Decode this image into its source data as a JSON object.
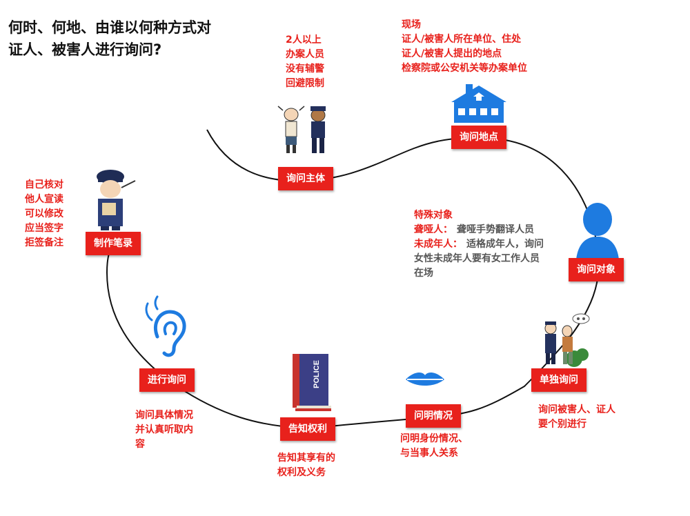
{
  "title": {
    "line1": "何时、何地、由谁以何种方式对",
    "line2": "证人、被害人进行询问?"
  },
  "nodes": {
    "subject": "询问主体",
    "location": "询问地点",
    "target": "询问对象",
    "separate": "单独询问",
    "clarify": "问明情况",
    "inform": "告知权利",
    "conduct": "进行询问",
    "record": "制作笔录"
  },
  "notes": {
    "subject": [
      "2人以上",
      "办案人员",
      "没有辅警",
      "回避限制"
    ],
    "location": [
      "现场",
      "证人/被害人所在单位、住处",
      "证人/被害人提出的地点",
      "检察院或公安机关等办案单位"
    ],
    "target": {
      "heading": "特殊对象",
      "deaf_label": "聋哑人：",
      "deaf_text": "聋哑手势翻译人员",
      "minor_label": "未成年人：",
      "minor_text": "适格成年人，询问",
      "minor_line2": "女性未成年人要有女工作人员",
      "minor_line3": "在场"
    },
    "separate": [
      "询问被害人、证人",
      "要个别进行"
    ],
    "clarify": [
      "问明身份情况、",
      "与当事人关系"
    ],
    "inform": [
      "告知其享有的",
      "权利及义务"
    ],
    "conduct": [
      "询问具体情况",
      "并认真听取内",
      "容"
    ],
    "record": [
      "自己核对",
      "他人宣读",
      "可以修改",
      "应当签字",
      "拒签备注"
    ]
  },
  "icons": {
    "book_text": "POLICE"
  },
  "colors": {
    "accent": "#e8211c",
    "icon_blue": "#1e7be0",
    "line": "#111111"
  }
}
